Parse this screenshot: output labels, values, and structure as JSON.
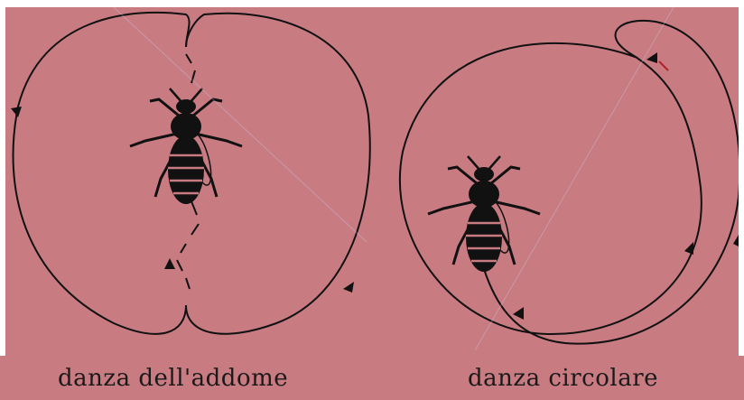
{
  "diagram": {
    "left_label": "danza dell'addome",
    "right_label": "danza circolare",
    "colors": {
      "background": "#c97b82",
      "line": "#1a1a1a",
      "accent_arrow": "#b3202a"
    },
    "icons": [
      "bee-icon-left",
      "bee-icon-right"
    ]
  }
}
